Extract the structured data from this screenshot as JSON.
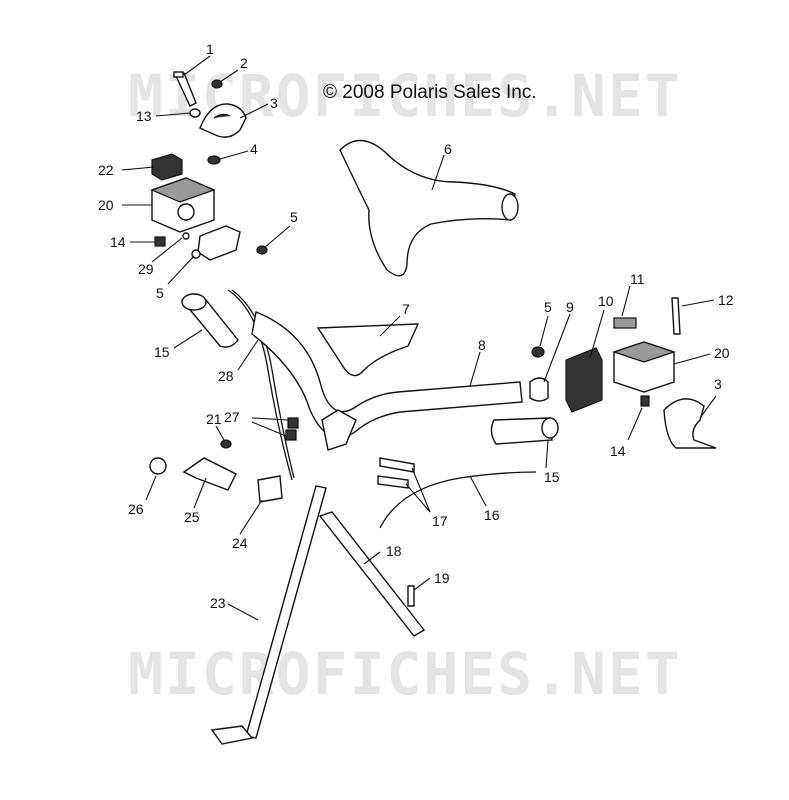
{
  "watermark_text": "MICROFICHES.NET",
  "copyright": "© 2008 Polaris Sales Inc.",
  "callouts": [
    {
      "id": "c1",
      "label": "1"
    },
    {
      "id": "c2",
      "label": "2"
    },
    {
      "id": "c3a",
      "label": "3"
    },
    {
      "id": "c13",
      "label": "13"
    },
    {
      "id": "c4",
      "label": "4"
    },
    {
      "id": "c22",
      "label": "22"
    },
    {
      "id": "c20a",
      "label": "20"
    },
    {
      "id": "c5a",
      "label": "5"
    },
    {
      "id": "c14a",
      "label": "14"
    },
    {
      "id": "c29",
      "label": "29"
    },
    {
      "id": "c5b",
      "label": "5"
    },
    {
      "id": "c6",
      "label": "6"
    },
    {
      "id": "c15a",
      "label": "15"
    },
    {
      "id": "c28",
      "label": "28"
    },
    {
      "id": "c7",
      "label": "7"
    },
    {
      "id": "c8",
      "label": "8"
    },
    {
      "id": "c5c",
      "label": "5"
    },
    {
      "id": "c9",
      "label": "9"
    },
    {
      "id": "c10",
      "label": "10"
    },
    {
      "id": "c11",
      "label": "11"
    },
    {
      "id": "c12",
      "label": "12"
    },
    {
      "id": "c20b",
      "label": "20"
    },
    {
      "id": "c3b",
      "label": "3"
    },
    {
      "id": "c14b",
      "label": "14"
    },
    {
      "id": "c21",
      "label": "21"
    },
    {
      "id": "c27",
      "label": "27"
    },
    {
      "id": "c15b",
      "label": "15"
    },
    {
      "id": "c26",
      "label": "26"
    },
    {
      "id": "c25",
      "label": "25"
    },
    {
      "id": "c24",
      "label": "24"
    },
    {
      "id": "c17",
      "label": "17"
    },
    {
      "id": "c16",
      "label": "16"
    },
    {
      "id": "c18",
      "label": "18"
    },
    {
      "id": "c19",
      "label": "19"
    },
    {
      "id": "c23",
      "label": "23"
    }
  ]
}
